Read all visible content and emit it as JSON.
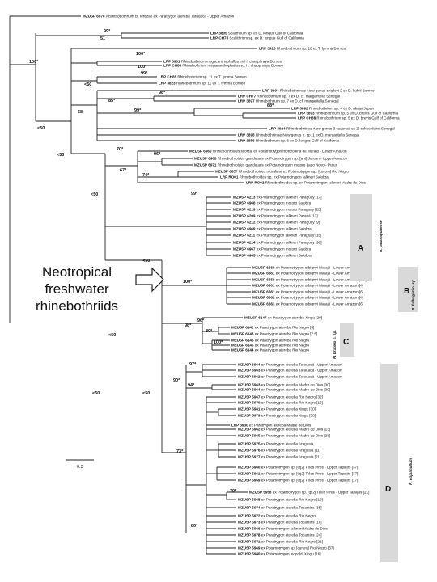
{
  "callout": {
    "line1": "Neotropical",
    "line2": "freshwater",
    "line3": "rhinebothriids"
  },
  "scale_bar": {
    "label": "0.3"
  },
  "colors": {
    "branch": "#222222",
    "clade_bar": "#d9d9d9",
    "text": "#111111"
  },
  "clades": [
    {
      "letter": "A",
      "name": "R. paranaguaense"
    },
    {
      "letter": "B",
      "name": "R. fulbrighti n. sp."
    },
    {
      "letter": "C",
      "name": "R. brooksi n. sp."
    },
    {
      "letter": "D",
      "name": "R. copianullum"
    }
  ],
  "support_values": [
    "99*",
    "51",
    "100*",
    "100*",
    "100*",
    "<50",
    "99*",
    "85*",
    "98*",
    "88*",
    "<50",
    "58",
    "99*",
    "<50",
    "70*",
    "96*",
    "67*",
    "74*",
    "99*",
    "<50",
    "<50",
    "<50",
    "100*",
    "96*",
    "98*",
    "80*",
    "100*",
    "<50",
    "97*",
    "90*",
    "94*",
    "<50",
    "73*",
    "70*",
    "80*"
  ],
  "leaves": [
    {
      "code": "MZUSP 6970",
      "name": "Acanthobothrium cf. terezae ex Paratrygon aiereba Tarauacá - Upper Amazon"
    },
    {
      "code": "LRP 3805",
      "name": "Scalithrium sp. ex D. longus Gulf of California"
    },
    {
      "code": "LRP CH78",
      "name": "Scalithrium sp. ex D. longus Gulf of California"
    },
    {
      "code": "LRP 3928",
      "name": "Rhinebothrium sp. 10 ex T. lymma Borneo"
    },
    {
      "code": "LRP 3901",
      "name": "Rhinebothrium megacanthophallus ex H. chaophraya Borneo"
    },
    {
      "code": "LRP CH86",
      "name": "Rhinebothrium megacanthophallus ex H. chaophraya Borneo"
    },
    {
      "code": "LRP CH85",
      "name": "Rhinebothrium sp. 11 ex T. lymma Borneo"
    },
    {
      "code": "LRP 3823",
      "name": "Rhinebothrium sp. 11 ex T. lymma Borneo"
    },
    {
      "code": "LRP 3894",
      "name": "Rhinebothriinae New genus shipleyi 2 ex D. kuhlii Borneo"
    },
    {
      "code": "LRP CH77",
      "name": "Rhinebothrium sp. 7 ex D. cf. margaritella Senegal"
    },
    {
      "code": "LRP 3897",
      "name": "Rhinebothrium sp. 7 ex D. cf. margaritella Senegal"
    },
    {
      "code": "LRP 3892",
      "name": "Rhinebothrium sp. 4 ex D. akajei Japan"
    },
    {
      "code": "LRP 3893",
      "name": "Rhinebothrium sp. 5 ex D. brevis Gulf of California"
    },
    {
      "code": "LRP CH88",
      "name": "Rhinebothrium sp. 5 ex D. brevis Gulf of California"
    },
    {
      "code": "LRP 3924",
      "name": "Rhinebothriinae New genus 3 cadenati ex Z. schoenleinii Senegal"
    },
    {
      "code": "LRP 3898",
      "name": "Rhinebothriinae New genus n. sp. 1 ex D. margaritella Senegal"
    },
    {
      "code": "LRP 3856",
      "name": "Rhinebothrium sp. 6 ex D. longus Gulf of California"
    },
    {
      "code": "MZUSP 6960",
      "name": "Rhinebothroides scorzai ex Potamotrygon motoro Ilha de Marajó - Lower Amazon"
    },
    {
      "code": "MZUSP 6968",
      "name": "Rhinebothroides glandularis ex Potamotrygon sp. [ant] Juruan - Upper Amazon"
    },
    {
      "code": "MZUSP 6971",
      "name": "Rhinebothroides glandularis ex Potamotrygon motoro Lago Novo - Purus"
    },
    {
      "code": "MZUSP 6657",
      "name": "Rhinebothroides moralarai ex Potamotrygon sp. [cururu] Rio Negro"
    },
    {
      "code": "LRP RO01",
      "name": "Rhinebothroides sp. ex Potamotrygon falkneri Salobra"
    },
    {
      "code": "LRP RO02",
      "name": "Rhinebothroides sp. ex Potamotrygon falkneri Madre de Dios"
    },
    {
      "code": "MZUSP 6213",
      "name": "ex Potamotrygon falkneri Paraguay [17]"
    },
    {
      "code": "MZUSP 6966",
      "name": "ex Potamotrygon motoro Salobra"
    },
    {
      "code": "MZUSP 6219",
      "name": "ex Potamotrygon motoro Paraguay [25]"
    },
    {
      "code": "MZUSP 6209",
      "name": "ex Potamotrygon falkneri Paraná [13]"
    },
    {
      "code": "MZUSP 6212",
      "name": "ex Potamotrygon falkneri Paraguay [9]"
    },
    {
      "code": "MZUSP 6969",
      "name": "ex Potamotrygon falkneri Salobra"
    },
    {
      "code": "MZUSP 6211",
      "name": "ex Potamotrygon falkneri Paraguay [15]"
    },
    {
      "code": "MZUSP 6214",
      "name": "ex Potamotrygon falkneri Paraguay [90]"
    },
    {
      "code": "MZUSP 6967",
      "name": "ex Potamotrygon motoro Salobra"
    },
    {
      "code": "MZUSP 6965",
      "name": "ex Potamotrygon falkneri Salobra"
    },
    {
      "code": "MZUSP 6660",
      "name": "ex Potamotrygon orbignyi Marajó - Lower Amazon [8]"
    },
    {
      "code": "MZUSP 6661",
      "name": "ex Potamotrygon orbignyi Marajó - Lower Amazon [4]"
    },
    {
      "code": "MZUSP 6659",
      "name": "ex Potamotrygon orbignyi Marajó - Lower Amazon [8.5]"
    },
    {
      "code": "MZUSP 6301",
      "name": "ex Potamotrygon orbignyi Marajó - Lower Amazon [4]"
    },
    {
      "code": "MZUSP 6661",
      "name": "ex Potamotrygon orbignyi Marajó - Lower Amazon [6]"
    },
    {
      "code": "MZUSP 6662",
      "name": "ex Potamotrygon orbignyi Marajó - Lower Amazon [4]"
    },
    {
      "code": "MZUSP 6663",
      "name": "ex Potamotrygon orbignyi Marajó - Lower Amazon [6]"
    },
    {
      "code": "MZUSP 6147",
      "name": "ex Paratrygon aiereba Xingu [20]"
    },
    {
      "code": "MZUSP 6142",
      "name": "ex Paratrygon aiereba Rio Negro [6]"
    },
    {
      "code": "MZUSP 6143",
      "name": "ex Paratrygon aiereba Rio Negro [7.5]"
    },
    {
      "code": "MZUSP 6146",
      "name": "ex Paratrygon aiereba Rio Negro"
    },
    {
      "code": "MZUSP 6145",
      "name": "ex Paratrygon aiereba Rio Negro"
    },
    {
      "code": "MZUSP 6144",
      "name": "ex Paratrygon aiereba Rio Negro"
    },
    {
      "code": "MZUSP 6964",
      "name": "ex Paratrygon aiereba Tarauacá - Upper Amazon"
    },
    {
      "code": "MZUSP 6963",
      "name": "ex Paratrygon aiereba Tarauacá - Upper Amazon"
    },
    {
      "code": "MZUSP 6962",
      "name": "ex Paratrygon aiereba Tarauacá - Upper Amazon"
    },
    {
      "code": "MZUSP 5963",
      "name": "ex Paratrygon aiereba Madre de Dios [30]"
    },
    {
      "code": "MZUSP 5964",
      "name": "ex Paratrygon aiereba Madre de Dios [30]"
    },
    {
      "code": "MZUSP 5967",
      "name": "ex Paratrygon aiereba Rio Negro [32]"
    },
    {
      "code": "MZUSP 5970",
      "name": "ex Paratrygon aiereba Rio Negro [16]"
    },
    {
      "code": "MZUSP 5981",
      "name": "ex Paratrygon aiereba Xingu [30]"
    },
    {
      "code": "MZUSP 5979",
      "name": "ex Paratrygon aiereba Xingu [50]"
    },
    {
      "code": "LRP 3930",
      "name": "ex Paratrygon aiereba Madre de Dios"
    },
    {
      "code": "MZUSP 5962",
      "name": "ex Paratrygon aiereba Madre de Dios [13]"
    },
    {
      "code": "MZUSP 5965",
      "name": "ex Paratrygon aiereba Madre de Dios [28]"
    },
    {
      "code": "MZUSP 5975",
      "name": "ex Paratrygon aiereba Araguaia"
    },
    {
      "code": "MZUSP 5976",
      "name": "ex Paratrygon aiereba Araguaia [11]"
    },
    {
      "code": "MZUSP 5977",
      "name": "ex Paratrygon aiereba Araguaia [21]"
    },
    {
      "code": "MZUSP 5960",
      "name": "ex Potamotrygon sp. [tpj2] Teles Pires - Upper Tapajós [37]"
    },
    {
      "code": "MZUSP 5961",
      "name": "ex Potamotrygon sp. [tpj2] Teles Pires - Upper Tapajós [37]"
    },
    {
      "code": "MZUSP 5959",
      "name": "ex Potamotrygon sp. [tpj2] Teles Pires - Upper Tapajós [17]"
    },
    {
      "code": "MZUSP 5958",
      "name": "ex Potamotrygon sp. [tpj2] Teles Pires - Upper Tapajós [21]"
    },
    {
      "code": "MZUSP 5968",
      "name": "ex Paratrygon aiereba Rio Negro [19]"
    },
    {
      "code": "MZUSP 5974",
      "name": "ex Paratrygon aiereba Tocantins [35]"
    },
    {
      "code": "MZUSP 5972",
      "name": "ex Paratrygon aiereba Rio Negro"
    },
    {
      "code": "MZUSP 5973",
      "name": "ex Paratrygon aiereba Tocantins [16]"
    },
    {
      "code": "MZUSP 5966",
      "name": "ex Potamotrygon falkneri Madre de Dios"
    },
    {
      "code": "MZUSP 5978",
      "name": "ex Paratrygon aiereba Tocantins [24]"
    },
    {
      "code": "MZUSP 5971",
      "name": "ex Paratrygon aiereba Rio Negro [21]"
    },
    {
      "code": "MZUSP 5969",
      "name": "ex Potamotrygon sp. [cururu] Rio Negro [37]"
    },
    {
      "code": "MZUSP 5980",
      "name": "ex Potamotrygon leopoldi Xingu [16]"
    }
  ]
}
